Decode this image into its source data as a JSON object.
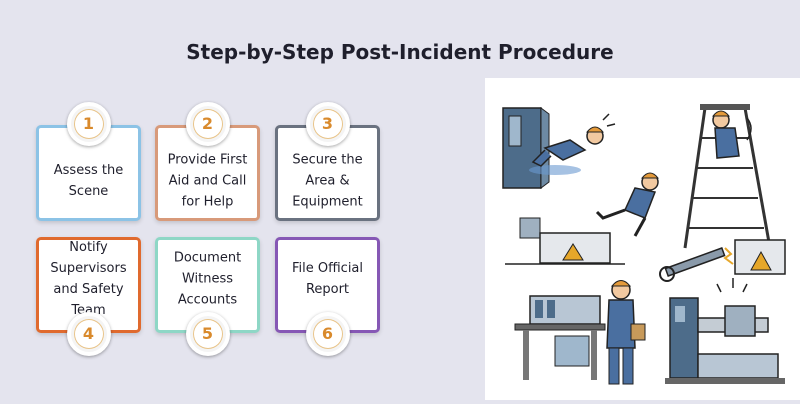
{
  "title": "Step-by-Step Post-Incident Procedure",
  "colors": {
    "background": "#e4e4ee",
    "accent": "#d98a2c",
    "step_borders": [
      "#8cc3e6",
      "#d89a7a",
      "#6a7280",
      "#e06a2e",
      "#8ed7c6",
      "#8658b5"
    ]
  },
  "steps": [
    {
      "number": "1",
      "label": "Assess the Scene"
    },
    {
      "number": "2",
      "label": "Provide First Aid and Call for Help"
    },
    {
      "number": "3",
      "label": "Secure the Area & Equipment"
    },
    {
      "number": "4",
      "label": "Notify Supervisors and Safety Team"
    },
    {
      "number": "5",
      "label": "Document Witness Accounts"
    },
    {
      "number": "6",
      "label": "File Official Report"
    }
  ],
  "illustration": {
    "icons": [
      "door-icon",
      "worker-slipping-icon",
      "worker-falling-ladder-icon",
      "worker-falling-icon",
      "machine-warning-icon",
      "wrench-icon",
      "electrical-hazard-icon",
      "worker-at-workbench-icon",
      "industrial-machine-icon"
    ]
  }
}
